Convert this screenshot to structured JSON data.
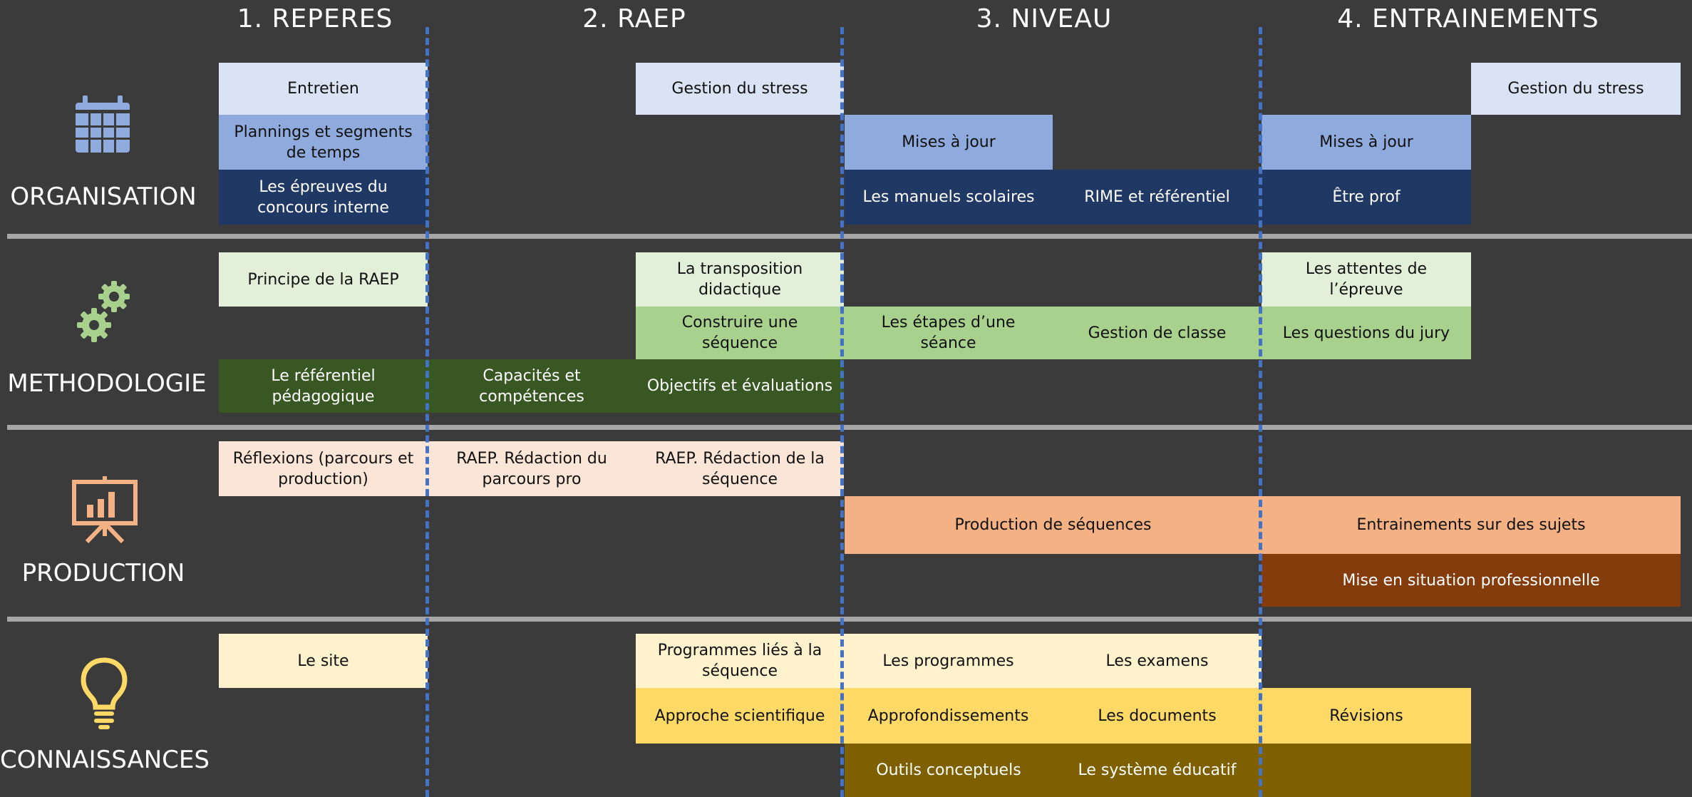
{
  "columns": [
    "1. REPERES",
    "2. RAEP",
    "3. NIVEAU",
    "4. ENTRAINEMENTS"
  ],
  "categories": [
    {
      "label": "ORGANISATION",
      "icon": "calendar-icon",
      "color": "#8faadc"
    },
    {
      "label": "METHODOLOGIE",
      "icon": "gears-icon",
      "color": "#a9d18e"
    },
    {
      "label": "PRODUCTION",
      "icon": "presentation-chart-icon",
      "color": "#f4b183"
    },
    {
      "label": "CONNAISSANCES",
      "icon": "lightbulb-icon",
      "color": "#ffd966"
    }
  ],
  "boxes": {
    "org_entretien": "Entretien",
    "org_plannings": "Plannings et segments de temps",
    "org_epreuves": "Les épreuves du concours interne",
    "org_stress_raep": "Gestion du stress",
    "org_majs_niveau": "Mises à jour",
    "org_manuels": "Les manuels scolaires",
    "org_rime": "RIME et référentiel",
    "org_majs_entr": "Mises à jour",
    "org_etre_prof": "Être prof",
    "org_stress_entr": "Gestion du stress",
    "met_principe": "Principe de la RAEP",
    "met_transposition": "La transposition didactique",
    "met_attentes": "Les attentes de l’épreuve",
    "met_construire": "Construire une séquence",
    "met_etapes": "Les étapes d’une séance",
    "met_gestion_classe": "Gestion de classe",
    "met_questions_jury": "Les questions du jury",
    "met_referentiel": "Le référentiel pédagogique",
    "met_capacites": "Capacités et compétences",
    "met_objectifs": "Objectifs et évaluations",
    "pro_reflexions": "Réflexions (parcours et production)",
    "pro_redaction_parcours": "RAEP. Rédaction du parcours pro",
    "pro_redaction_sequence": "RAEP. Rédaction de la séquence",
    "pro_production_sequences": "Production de séquences",
    "pro_entrainements": "Entrainements sur des sujets",
    "pro_mise_situation": "Mise en situation professionnelle",
    "con_site": "Le site",
    "con_programmes_lies": "Programmes liés à la séquence",
    "con_programmes": "Les programmes",
    "con_examens": "Les examens",
    "con_approche": "Approche scientifique",
    "con_approfondissements": "Approfondissements",
    "con_documents": "Les documents",
    "con_revisions": "Révisions",
    "con_outils": "Outils conceptuels",
    "con_systeme": "Le système éducatif"
  }
}
